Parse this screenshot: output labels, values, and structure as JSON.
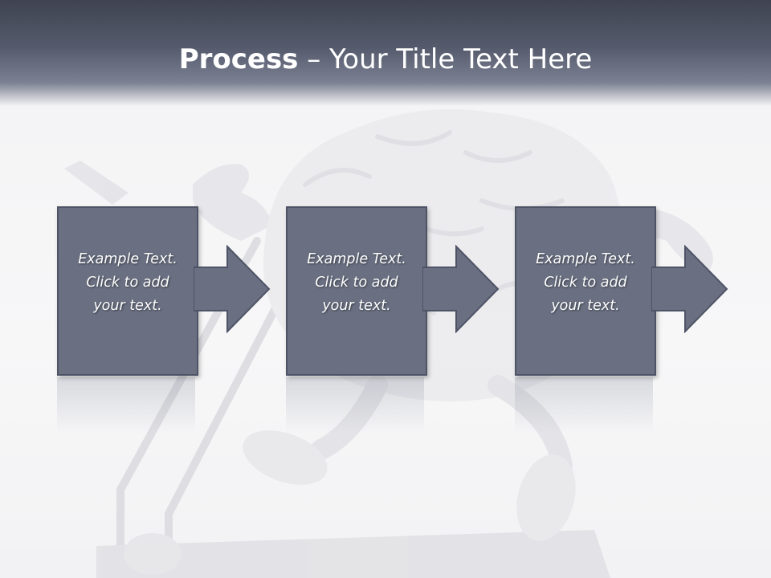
{
  "slide": {
    "title_bold": "Process",
    "title_rest": " – Your Title Text Here",
    "steps": [
      {
        "text": "Example Text.\nClick  to add\nyour text."
      },
      {
        "text": "Example Text.\nClick  to add\nyour text."
      },
      {
        "text": "Example Text.\nClick  to add\nyour text."
      }
    ]
  },
  "colors": {
    "header_dark": "#3f4351",
    "step_fill": "#6a7082",
    "step_border": "#4e5466",
    "background": "#f3f3f5"
  },
  "icons": {
    "background_art": "brain-on-treadmill-illustration",
    "step_arrow": "arrow-right-icon"
  }
}
